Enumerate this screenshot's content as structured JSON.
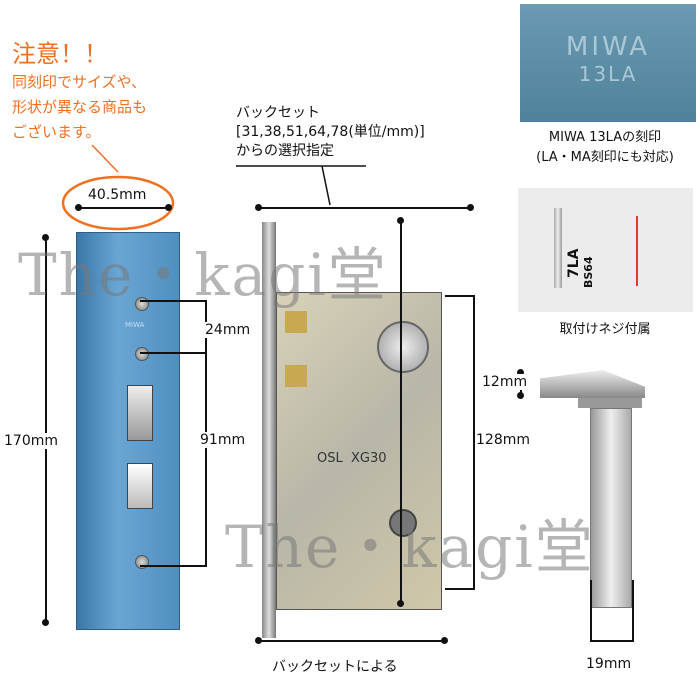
{
  "warning": {
    "title": "注意！！",
    "lines": [
      "同刻印でサイズや、",
      "形状が異なる商品も",
      "ございます。"
    ],
    "color": "#f07020"
  },
  "backset_note": {
    "line1": "バックセット",
    "line2": "[31,38,51,64,78(単位/mm)]",
    "line3": "からの選択指定"
  },
  "dimensions": {
    "width": "40.5mm",
    "height": "170mm",
    "pitch_top": "24mm",
    "pitch_mid": "91mm",
    "case_height": "128mm",
    "bottom": "バックセットによる",
    "lever_top": "12mm",
    "lever_width": "19mm"
  },
  "faceplate_mark": "MIWA",
  "lock_mark": "OSL  XG30",
  "engraving_photo": {
    "text1": "MIWA",
    "text2": "13LA",
    "caption1": "MIWA 13LAの刻印",
    "caption2": "(LA・MA刻印にも対応)"
  },
  "screws_photo": {
    "caption": "取付けネジ付属",
    "labels": [
      "7LA",
      "BS64"
    ]
  },
  "watermark": "The・kagi堂",
  "colors": {
    "faceplate": "#4f8fc0",
    "engraving_bg": "#5c8fa8"
  }
}
